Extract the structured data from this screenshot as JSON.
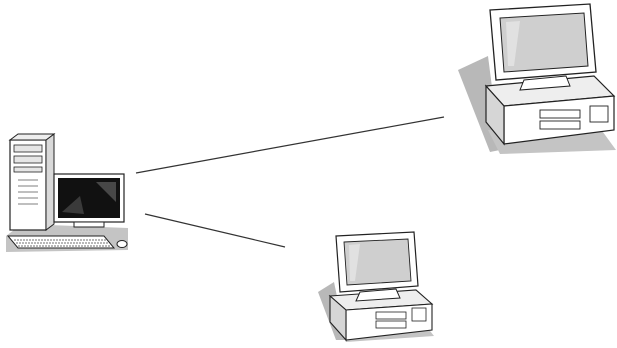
{
  "diagram": {
    "nodes": [
      {
        "id": "tower-workstation",
        "icon": "tower-computer-icon",
        "screen": "dark"
      },
      {
        "id": "desktop-computer-large",
        "icon": "desktop-computer-icon",
        "screen": "light"
      },
      {
        "id": "desktop-computer-small",
        "icon": "desktop-computer-icon",
        "screen": "light"
      }
    ],
    "links": [
      {
        "from": "tower-workstation",
        "to": "desktop-computer-large"
      },
      {
        "from": "tower-workstation",
        "to": "desktop-computer-small"
      }
    ],
    "colors": {
      "background": "#ffffff",
      "line": "#333333",
      "shadow": "#b3b3b3",
      "monitor_dark_screen": "#111111",
      "monitor_light_screen": "#cfcfcf",
      "case": "#ffffff",
      "outline": "#222222"
    }
  }
}
